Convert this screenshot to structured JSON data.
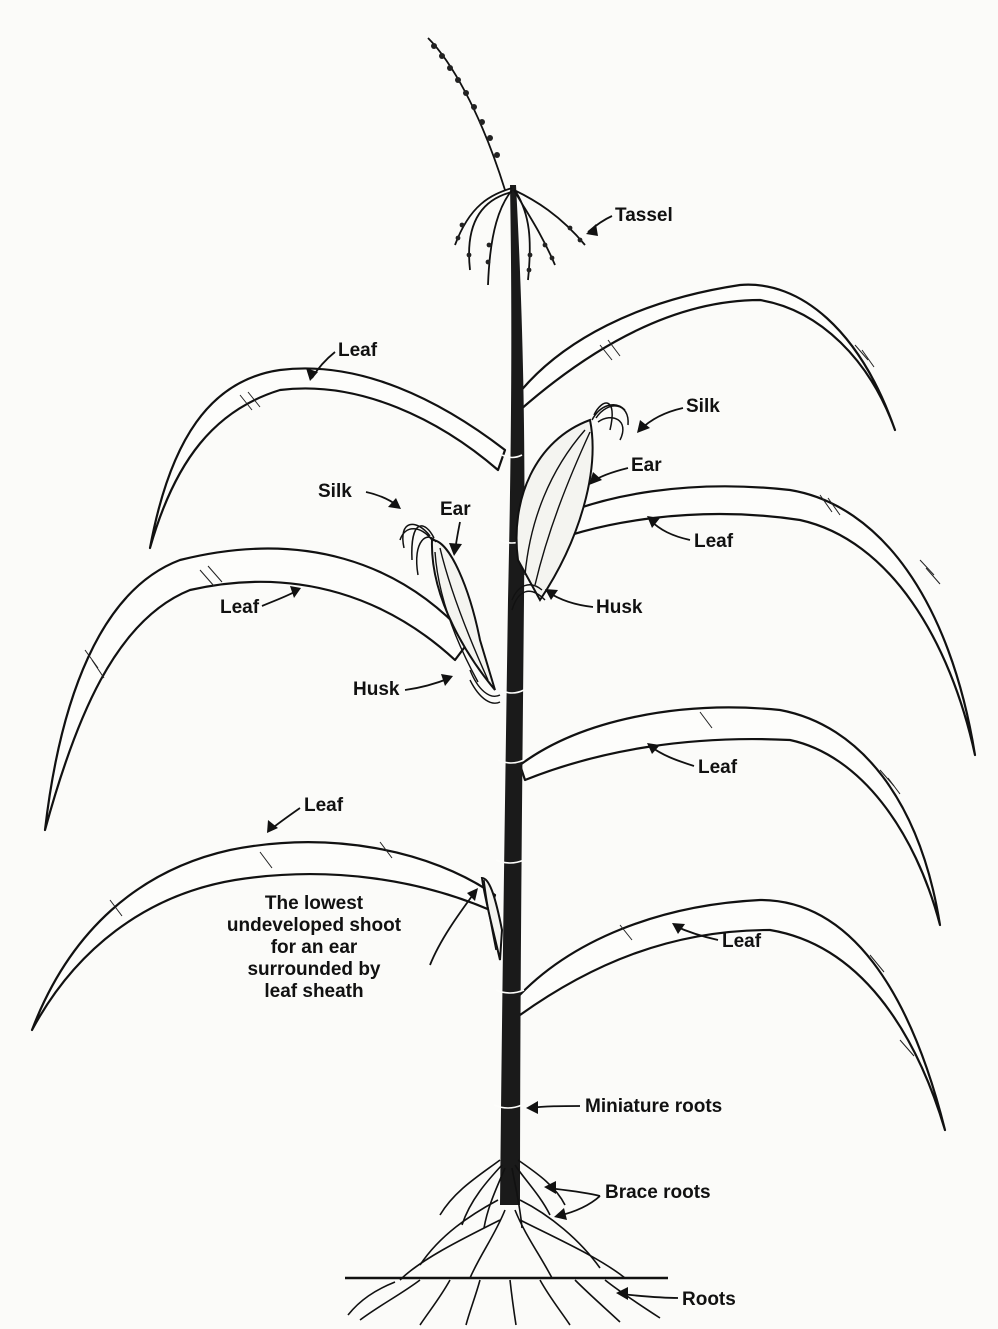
{
  "labels": {
    "tassel": "Tassel",
    "leaf_top_left": "Leaf",
    "silk_right": "Silk",
    "ear_right": "Ear",
    "silk_left": "Silk",
    "ear_left": "Ear",
    "leaf_mid_right": "Leaf",
    "leaf_mid_left": "Leaf",
    "husk_right": "Husk",
    "husk_left": "Husk",
    "leaf_lower_right": "Leaf",
    "leaf_lower_left": "Leaf",
    "lowest_shoot": [
      "The lowest",
      "undeveloped shoot",
      "for an ear",
      "surrounded by",
      "leaf sheath"
    ],
    "leaf_bottom_right": "Leaf",
    "miniature_roots": "Miniature roots",
    "brace_roots": "Brace roots",
    "roots": "Roots"
  },
  "colors": {
    "ink": "#111111",
    "paper": "#fbfbf9"
  }
}
